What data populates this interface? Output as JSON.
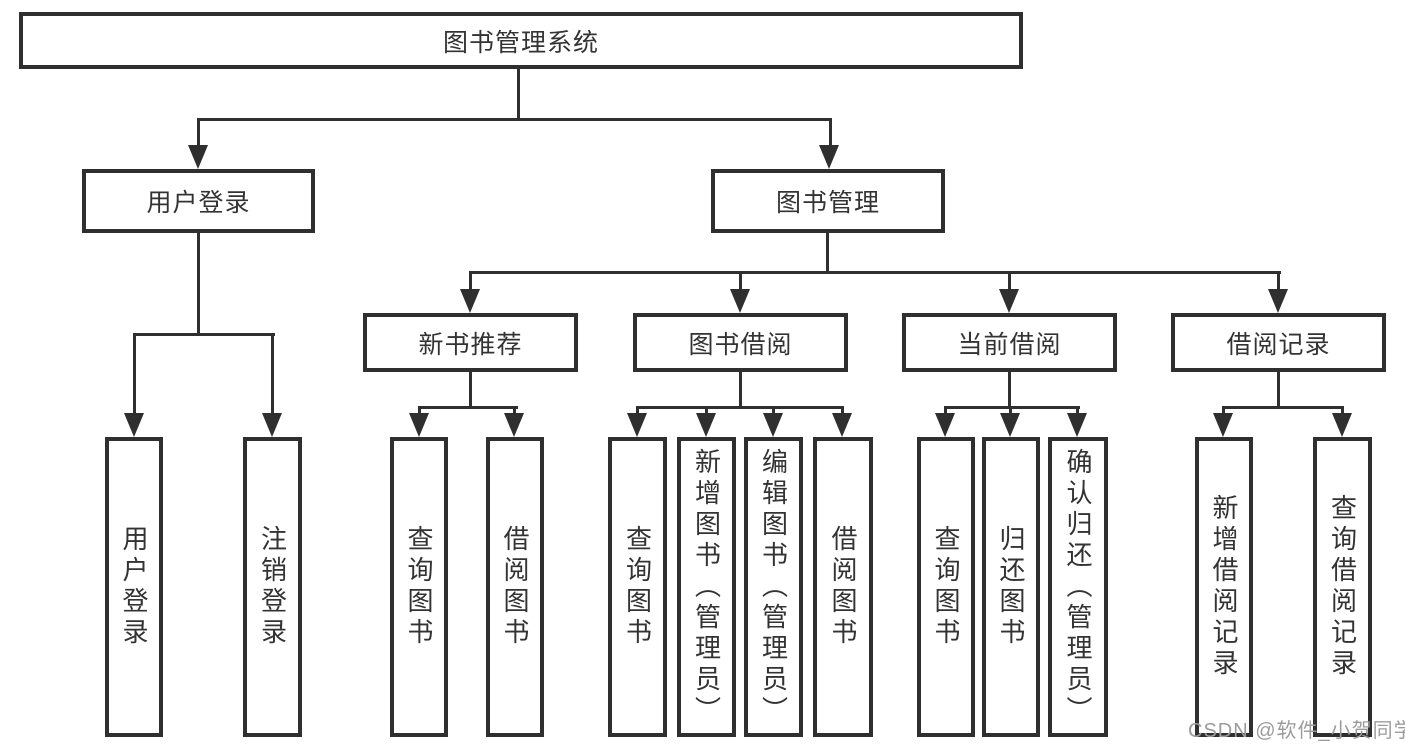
{
  "tree": {
    "root": {
      "label": "图书管理系统"
    },
    "branches": [
      {
        "label": "用户登录",
        "children": [
          {
            "label": "用户登录"
          },
          {
            "label": "注销登录"
          }
        ]
      },
      {
        "label": "图书管理",
        "children": [
          {
            "label": "新书推荐",
            "children": [
              {
                "label": "查询图书"
              },
              {
                "label": "借阅图书"
              }
            ]
          },
          {
            "label": "图书借阅",
            "children": [
              {
                "label": "查询图书"
              },
              {
                "label": "新增图书（管理员）"
              },
              {
                "label": "编辑图书（管理员）"
              },
              {
                "label": "借阅图书"
              }
            ]
          },
          {
            "label": "当前借阅",
            "children": [
              {
                "label": "查询图书"
              },
              {
                "label": "归还图书"
              },
              {
                "label": "确认归还（管理员）"
              }
            ]
          },
          {
            "label": "借阅记录",
            "children": [
              {
                "label": "新增借阅记录"
              },
              {
                "label": "查询借阅记录"
              }
            ]
          }
        ]
      }
    ]
  },
  "watermark": {
    "text": "CSDN @软件_小贺同学"
  },
  "colors": {
    "line": "#2f2f2f",
    "text": "#333333",
    "background": "#ffffff",
    "watermark": "#9c9c9c"
  }
}
